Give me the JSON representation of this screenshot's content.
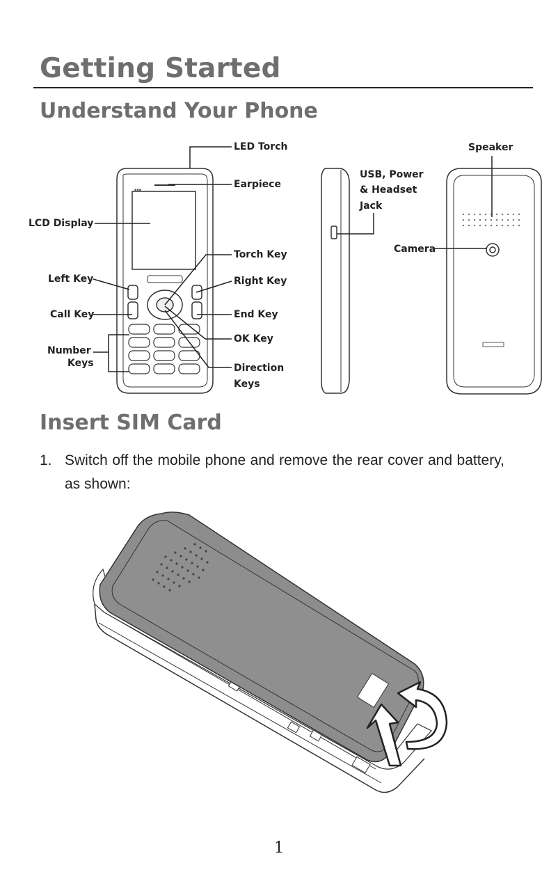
{
  "heading": "Getting Started",
  "section1": "Understand Your Phone",
  "labels": {
    "led_torch": "LED Torch",
    "earpiece": "Earpiece",
    "lcd_display": "LCD Display",
    "torch_key": "Torch Key",
    "left_key": "Left Key",
    "right_key": "Right Key",
    "call_key": "Call Key",
    "end_key": "End Key",
    "ok_key": "OK Key",
    "number_keys_1": "Number",
    "number_keys_2": "Keys",
    "direction_keys_1": "Direction",
    "direction_keys_2": "Keys",
    "usb_1": "USB, Power",
    "usb_2": "& Headset",
    "usb_3": "Jack",
    "speaker": "Speaker",
    "camera": "Camera"
  },
  "section2": "Insert SIM Card",
  "step": {
    "number": "1.",
    "text": "Switch off the mobile phone and remove the rear cover and battery, as shown:"
  },
  "page_number": "1"
}
